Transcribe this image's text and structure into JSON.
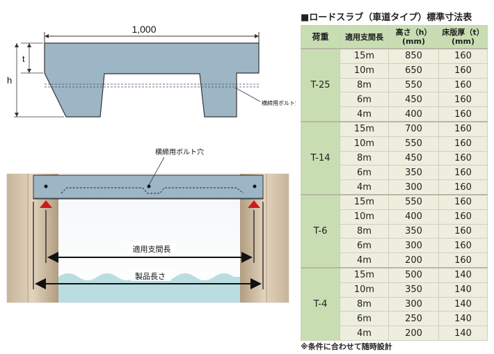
{
  "drawing_top": {
    "width_label": "1,000",
    "thickness_label": "t",
    "height_label": "h",
    "bolt_hole_label": "横締用ボルト穴"
  },
  "drawing_bottom": {
    "bolt_hole_label": "横締用ボルト穴",
    "span_label": "適用支間長",
    "length_label": "製品長さ"
  },
  "table": {
    "title": "■ロードスラブ（車道タイプ）標準寸法表",
    "headers": {
      "load": "荷重",
      "span": "適用支間長",
      "height": "高さ（h）",
      "height_unit": "(mm)",
      "thickness": "床版厚（t）",
      "thickness_unit": "(mm)"
    },
    "groups": [
      {
        "load": "T-25",
        "rows": [
          {
            "span": "15m",
            "height": "850",
            "thickness": "160"
          },
          {
            "span": "10m",
            "height": "650",
            "thickness": "160"
          },
          {
            "span": "8m",
            "height": "550",
            "thickness": "160"
          },
          {
            "span": "6m",
            "height": "450",
            "thickness": "160"
          },
          {
            "span": "4m",
            "height": "400",
            "thickness": "160"
          }
        ]
      },
      {
        "load": "T-14",
        "rows": [
          {
            "span": "15m",
            "height": "700",
            "thickness": "160"
          },
          {
            "span": "10m",
            "height": "550",
            "thickness": "160"
          },
          {
            "span": "8m",
            "height": "450",
            "thickness": "160"
          },
          {
            "span": "6m",
            "height": "350",
            "thickness": "160"
          },
          {
            "span": "4m",
            "height": "300",
            "thickness": "160"
          }
        ]
      },
      {
        "load": "T-6",
        "rows": [
          {
            "span": "15m",
            "height": "550",
            "thickness": "160"
          },
          {
            "span": "10m",
            "height": "400",
            "thickness": "160"
          },
          {
            "span": "8m",
            "height": "350",
            "thickness": "160"
          },
          {
            "span": "6m",
            "height": "300",
            "thickness": "160"
          },
          {
            "span": "4m",
            "height": "200",
            "thickness": "160"
          }
        ]
      },
      {
        "load": "T-4",
        "rows": [
          {
            "span": "15m",
            "height": "500",
            "thickness": "140"
          },
          {
            "span": "10m",
            "height": "350",
            "thickness": "140"
          },
          {
            "span": "8m",
            "height": "300",
            "thickness": "140"
          },
          {
            "span": "6m",
            "height": "250",
            "thickness": "140"
          },
          {
            "span": "4m",
            "height": "200",
            "thickness": "140"
          }
        ]
      }
    ],
    "footnote": "※条件に合わせて随時設計"
  },
  "colors": {
    "slab": "#9db6c6",
    "table_header": "#c9ddb3",
    "table_cell": "#edeedd",
    "support": "#cc1a1a",
    "water": "#b9dde0",
    "abutment": "#b8a48a"
  }
}
